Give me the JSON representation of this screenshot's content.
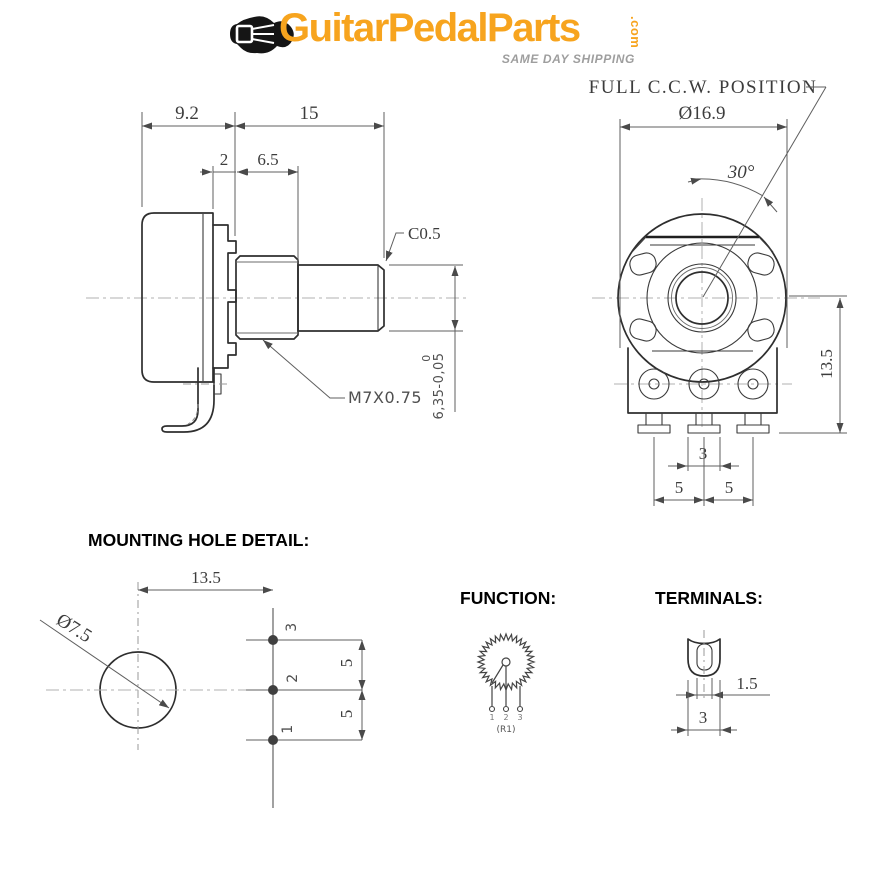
{
  "header": {
    "brand_name": "GuitarPedalParts",
    "brand_tld": ".com",
    "tagline": "SAME DAY SHIPPING",
    "brand_color": "#F7A41E",
    "tagline_color": "#9E9E9E"
  },
  "side_view": {
    "dim_body_depth": "9.2",
    "dim_shaft_length": "15",
    "dim_bracket": "2",
    "dim_bushing": "6.5",
    "chamfer_label": "C0.5",
    "thread_label": "M7X0.75",
    "shaft_dia_upper_tol": "0",
    "shaft_dia": "6,35-0,05"
  },
  "front_view": {
    "title": "FULL C.C.W. POSITION",
    "dim_body_dia": "Ø16.9",
    "dim_angle": "30°",
    "dim_height": "13.5",
    "dim_pin_width": "3",
    "dim_pin_gap_left": "5",
    "dim_pin_gap_right": "5"
  },
  "mounting": {
    "heading": "MOUNTING HOLE DETAIL:",
    "dim_spacing": "13.5",
    "dim_hole_dia": "Ø7.5",
    "dim_gap_top": "5",
    "dim_gap_bottom": "5",
    "terminal_labels": [
      "3",
      "2",
      "1"
    ]
  },
  "function_view": {
    "heading": "FUNCTION:",
    "terminal_labels": [
      "1",
      "2",
      "3"
    ],
    "ref_label": "(R1)"
  },
  "terminals_view": {
    "heading": "TERMINALS:",
    "dim_slot": "1.5",
    "dim_width": "3"
  }
}
